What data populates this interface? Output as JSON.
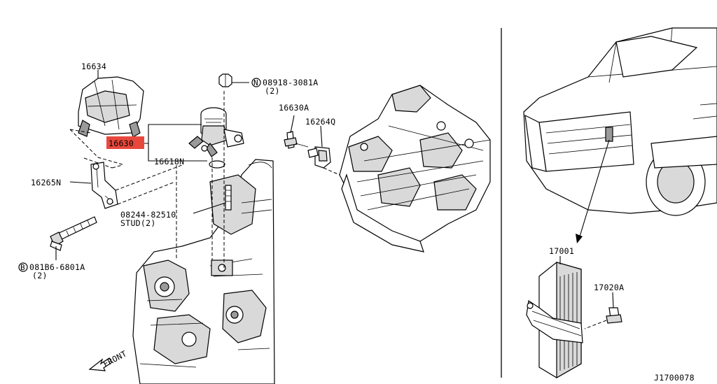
{
  "labels": {
    "p16634": "16634",
    "p16630": "16630",
    "p16618n": "16618N",
    "p16265n": "16265N",
    "p08244": "08244-82510",
    "stud": "STUD(2)",
    "p08918": "08918-3081A",
    "p08918_qty": "(2)",
    "p08918_prefix": "N",
    "p081b6": "081B6-6801A",
    "p081b6_qty": "(2)",
    "p081b6_prefix": "B",
    "p16630a": "16630A",
    "p16264q": "16264Q",
    "p17001": "17001",
    "p17020a": "17020A",
    "front": "FRONT",
    "code": "J1700078"
  },
  "highlight_color": "#e8483c"
}
